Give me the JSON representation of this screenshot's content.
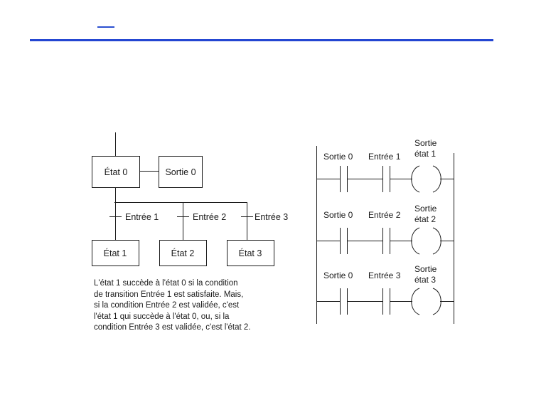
{
  "header": {
    "accent_color": "#2346d2"
  },
  "grafcet": {
    "state0": "État 0",
    "output0": "Sortie 0",
    "transitions": [
      "Entrée 1",
      "Entrée 2",
      "Entrée 3"
    ],
    "states": [
      "État 1",
      "État 2",
      "État 3"
    ],
    "caption_lines": [
      "L'état 1 succède à l'état 0 si la condition",
      "de transition Entrée 1 est satisfaite. Mais,",
      "si la condition Entrée 2 est validée, c'est",
      "l'état 1 qui succède à l'état 0, ou, si la",
      "condition Entrée 3 est validée, c'est l'état 2."
    ]
  },
  "ladder": {
    "rungs": [
      {
        "contact_a": "Sortie 0",
        "contact_b": "Entrée 1",
        "coil_line1": "Sortie",
        "coil_line2": "état 1"
      },
      {
        "contact_a": "Sortie 0",
        "contact_b": "Entrée 2",
        "coil_line1": "Sortie",
        "coil_line2": "état 2"
      },
      {
        "contact_a": "Sortie 0",
        "contact_b": "Entrée 3",
        "coil_line1": "Sortie",
        "coil_line2": "état 3"
      }
    ]
  }
}
